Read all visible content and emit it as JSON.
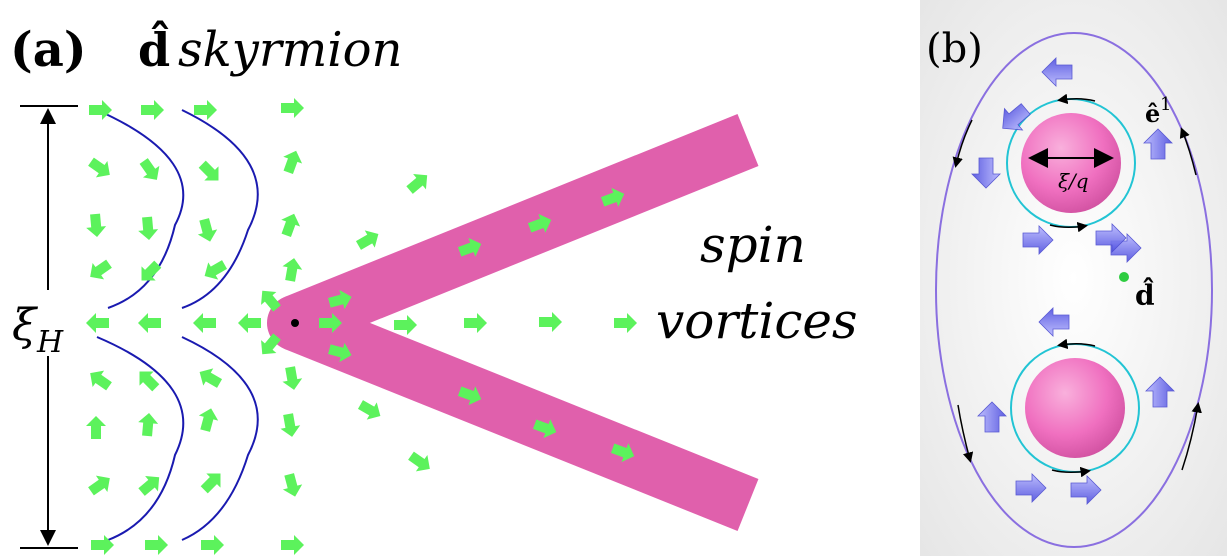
{
  "panel_a": {
    "label": "(a)",
    "title_vector": "d̂",
    "title_word": "skyrmion",
    "length_label": "ξ",
    "length_label_sub": "H",
    "vortices_line1": "spin",
    "vortices_line2": "vortices",
    "colors": {
      "arrow": "#5cf25c",
      "vortex": "#e060ac",
      "arc": "#1a1ab0",
      "guide": "#000000"
    }
  },
  "panel_b": {
    "label": "(b)",
    "vector_label": "ê",
    "vector_label_sup": "1",
    "size_label": "ξ/q",
    "d_label": "d̂",
    "colors": {
      "ellipse": "#8a6fe0",
      "ring": "#22c4d4",
      "ball": "#f080c0",
      "arrow": "#6f6ff0",
      "dot": "#2ecc40",
      "background": "#eeeeee"
    }
  }
}
